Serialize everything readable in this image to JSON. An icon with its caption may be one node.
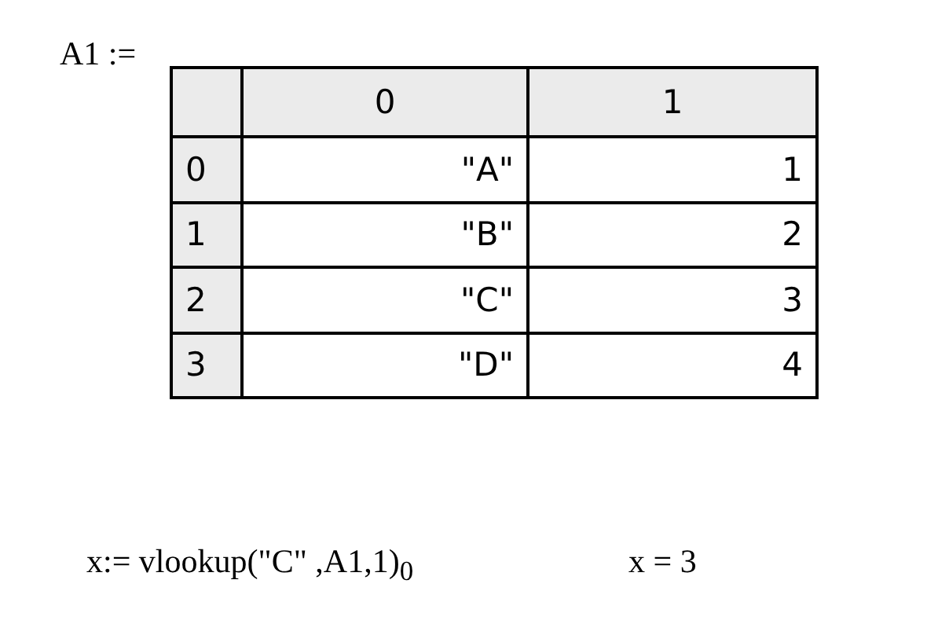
{
  "diagram": {
    "labels": [
      "A1 :=",
      "0",
      "1",
      "0",
      "\"A\"",
      "1",
      "1",
      "\"B\"",
      "2",
      "2",
      "\"C\"",
      "3",
      "3",
      "\"D\"",
      "4",
      "x:= vlookup(\"C\" ,A1,1)$_{0}$",
      "x = 3"
    ]
  }
}
